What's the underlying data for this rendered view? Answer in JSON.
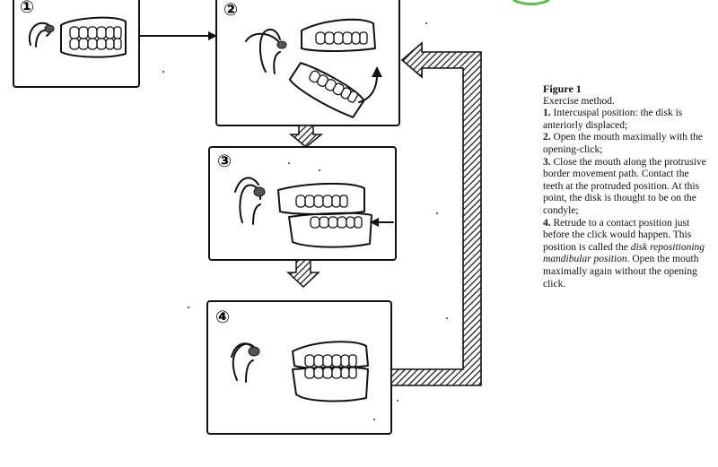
{
  "steps": [
    {
      "number": "①"
    },
    {
      "number": "②"
    },
    {
      "number": "③"
    },
    {
      "number": "④"
    }
  ],
  "caption": {
    "title": "Figure 1",
    "subtitle": "Exercise method.",
    "items": [
      {
        "num": "1.",
        "text": " Intercuspal position: the disk is anteriorly displaced;"
      },
      {
        "num": "2.",
        "text": " Open the mouth maximally with the opening-click;"
      },
      {
        "num": "3.",
        "text": " Close the mouth along the protrusive border movement path. Contact the teeth at the protruded position. At this point, the disk is thought to be on the condyle;"
      },
      {
        "num": "4.",
        "text_before": " Retrude to a contact position just before the click would happen. This position is called the ",
        "italic": "disk repositioning mandibular position",
        "text_after": ". Open the mouth maximally again without the opening click."
      }
    ]
  },
  "colors": {
    "line": "#111111",
    "hatch": "#555555",
    "background": "#ffffff"
  }
}
